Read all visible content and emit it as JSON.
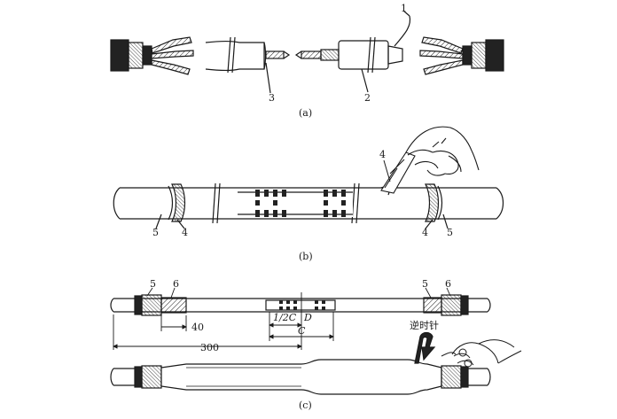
{
  "panel_a": {
    "caption": "(a)",
    "labels": {
      "n1": "1",
      "n2": "2",
      "n3": "3"
    }
  },
  "panel_b": {
    "caption": "(b)",
    "labels": {
      "left_5": "5",
      "left_4": "4",
      "right_4": "4",
      "right_5": "5",
      "hand_4": "4"
    }
  },
  "panel_c": {
    "caption": "(c)",
    "labels": {
      "left_5": "5",
      "left_6": "6",
      "right_5": "5",
      "right_6": "6"
    },
    "dims": {
      "d40": "40",
      "d300": "300",
      "half_c": "1/2C",
      "d": "D",
      "c": "C"
    },
    "rotate_note": "逆时针"
  },
  "colors": {
    "ink": "#1a1a1a",
    "fill_dark": "#222222",
    "fill_light": "#f4f4f4"
  }
}
